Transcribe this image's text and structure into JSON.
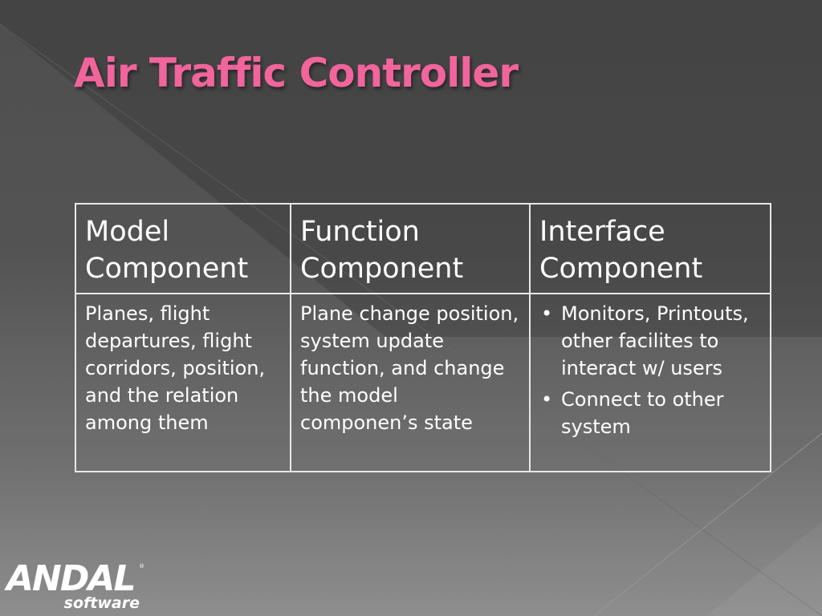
{
  "slide": {
    "title": "Air Traffic Controller",
    "title_color": "#f2649c"
  },
  "table": {
    "headers": [
      "Model Component",
      "Function Component",
      "Interface Component"
    ],
    "cells": {
      "model": "Planes, flight departures, flight corridors, position, and the relation among them",
      "function": "Plane change position, system update function, and change the model componen’s state",
      "interface_bullets": [
        "Monitors, Printouts, other facilites to interact w/ users",
        "Connect to other system"
      ]
    }
  },
  "logo": {
    "main": "ANDAL",
    "sub": "software",
    "tm": "®"
  }
}
